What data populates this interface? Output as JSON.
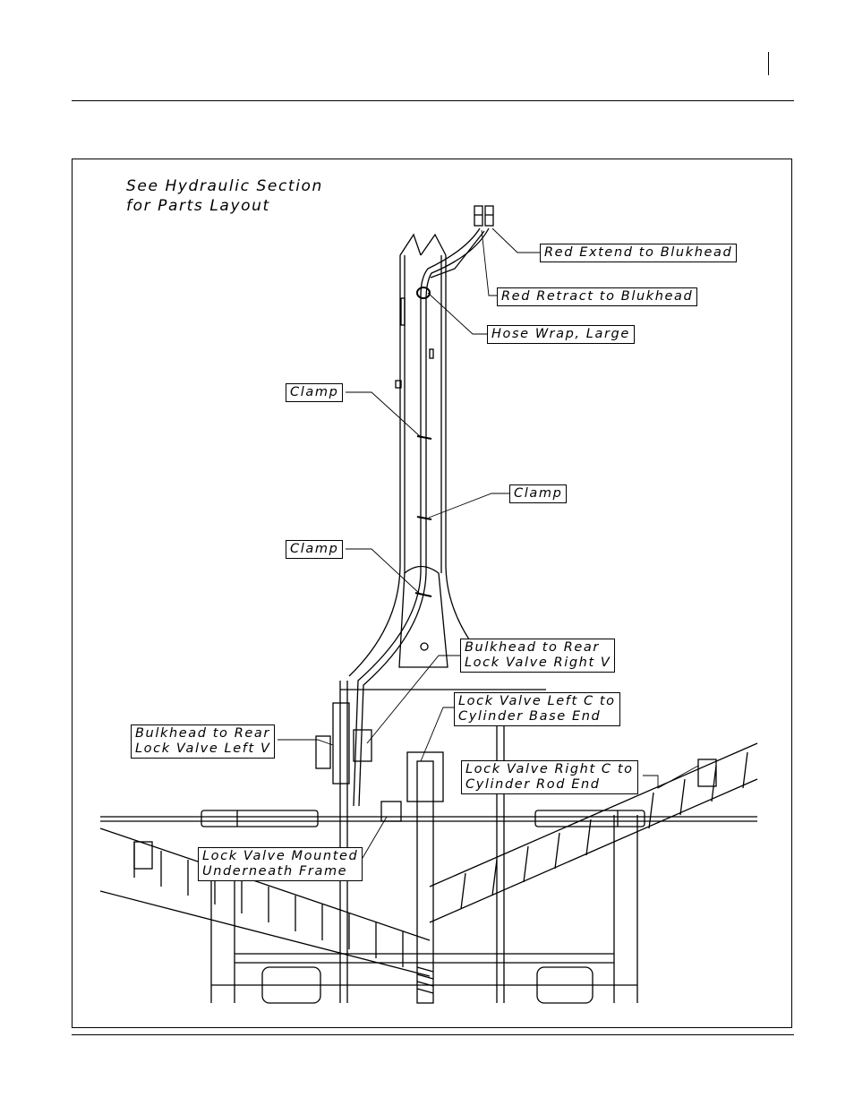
{
  "note": {
    "line1": "See Hydraulic Section",
    "line2": "for Parts Layout"
  },
  "callouts": {
    "red_extend": "Red Extend to Blukhead",
    "red_retract": "Red Retract to Blukhead",
    "hose_wrap": "Hose Wrap, Large",
    "clamp_upper": "Clamp",
    "clamp_middle": "Clamp",
    "clamp_lower": "Clamp",
    "bulkhead_right_l1": "Bulkhead to Rear",
    "bulkhead_right_l2": "Lock Valve Right V",
    "lock_left_c_l1": "Lock Valve Left C to",
    "lock_left_c_l2": "Cylinder Base End",
    "bulkhead_left_l1": "Bulkhead to Rear",
    "bulkhead_left_l2": "Lock Valve Left V",
    "lock_right_c_l1": "Lock Valve Right C to",
    "lock_right_c_l2": "Cylinder Rod End",
    "lock_mounted_l1": "Lock Valve Mounted",
    "lock_mounted_l2": "Underneath Frame"
  }
}
